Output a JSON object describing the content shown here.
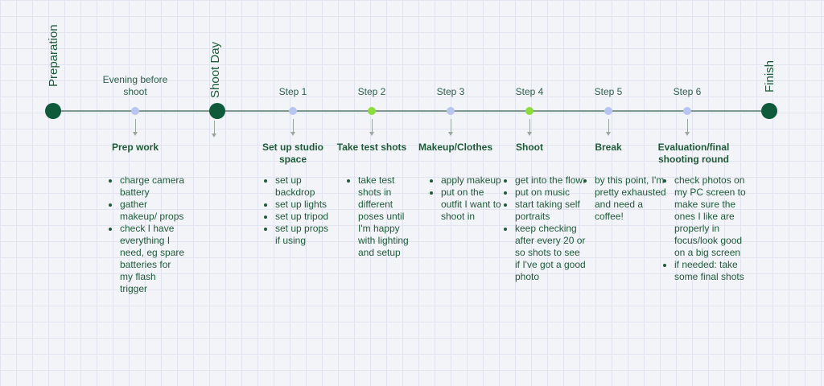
{
  "milestones": {
    "preparation": "Preparation",
    "shoot_day": "Shoot Day",
    "finish": "Finish"
  },
  "colors": {
    "milestone_node": "#0e5a3a",
    "step_node": "#b9c4f1",
    "shooting_node": "#8bdc3c",
    "line": "#7e9a8f",
    "text": "#1f5a3a"
  },
  "phases": [
    {
      "top_label": "Evening before shoot",
      "title": "Prep work",
      "bullets": [
        "charge camera battery",
        "gather makeup/ props",
        "check I have everything I need, eg spare batteries for my flash trigger"
      ]
    },
    {
      "top_label": "Step 1",
      "title": "Set up studio space",
      "bullets": [
        "set up backdrop",
        "set up lights",
        "set up tripod",
        "set up props if using"
      ]
    },
    {
      "top_label": "Step 2",
      "title": "Take test shots",
      "bullets": [
        "take test shots in different poses until I'm happy with lighting and setup"
      ]
    },
    {
      "top_label": "Step 3",
      "title": "Makeup/Clothes",
      "bullets": [
        "apply makeup",
        "put on the outfit I want to shoot in"
      ]
    },
    {
      "top_label": "Step 4",
      "title": "Shoot",
      "lines": [
        "get into the flow:",
        "put on music",
        "start taking self portraits",
        "keep checking after every 20 or so shots to see if I've got a good photo"
      ]
    },
    {
      "top_label": "Step 5",
      "title": "Break",
      "bullets": [
        "by this point, I'm pretty exhausted and need a coffee!"
      ]
    },
    {
      "top_label": "Step 6",
      "title": "Evaluation/final shooting round",
      "bullets": [
        "check photos on my PC screen to make sure the ones I like are properly in focus/look good on a big screen",
        "if needed: take some final shots"
      ]
    }
  ]
}
